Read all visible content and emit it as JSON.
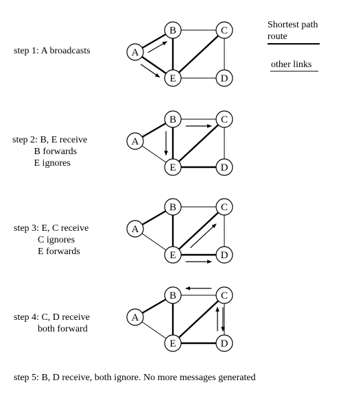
{
  "legend": {
    "shortest_path_label": "Shortest path\nroute",
    "other_links_label": "other links"
  },
  "node_labels": [
    "A",
    "B",
    "C",
    "D",
    "E"
  ],
  "steps": [
    {
      "id": "step1",
      "lines": [
        "step 1: A broadcasts"
      ],
      "shortest_path_edges": [
        "A-B",
        "A-E",
        "B-E",
        "C-E"
      ],
      "other_edges": [
        "B-C",
        "C-D",
        "D-E"
      ],
      "messages": [
        {
          "from": "A",
          "to": "B"
        },
        {
          "from": "A",
          "to": "E"
        }
      ]
    },
    {
      "id": "step2",
      "lines": [
        "step 2: B, E receive",
        "         B forwards",
        "         E ignores"
      ],
      "shortest_path_edges": [
        "A-B",
        "B-E",
        "C-E",
        "D-E"
      ],
      "other_edges": [
        "A-E",
        "B-C",
        "C-D"
      ],
      "messages": [
        {
          "from": "B",
          "to": "C"
        },
        {
          "from": "B",
          "to": "E"
        }
      ]
    },
    {
      "id": "step3",
      "lines": [
        "step 3: E, C receive",
        "          C ignores",
        "          E forwards"
      ],
      "shortest_path_edges": [
        "A-B",
        "B-E",
        "C-E",
        "D-E"
      ],
      "other_edges": [
        "A-E",
        "B-C",
        "C-D"
      ],
      "messages": [
        {
          "from": "E",
          "to": "C"
        },
        {
          "from": "E",
          "to": "D"
        }
      ]
    },
    {
      "id": "step4",
      "lines": [
        "step 4: C, D receive",
        "          both forward"
      ],
      "shortest_path_edges": [
        "A-B",
        "B-E",
        "C-E",
        "D-E"
      ],
      "other_edges": [
        "A-E",
        "B-C",
        "C-D"
      ],
      "messages": [
        {
          "from": "C",
          "to": "B"
        },
        {
          "from": "C",
          "to": "D"
        },
        {
          "from": "D",
          "to": "C"
        }
      ]
    }
  ],
  "final_note": "step 5: B, D receive, both ignore. No more messages generated"
}
